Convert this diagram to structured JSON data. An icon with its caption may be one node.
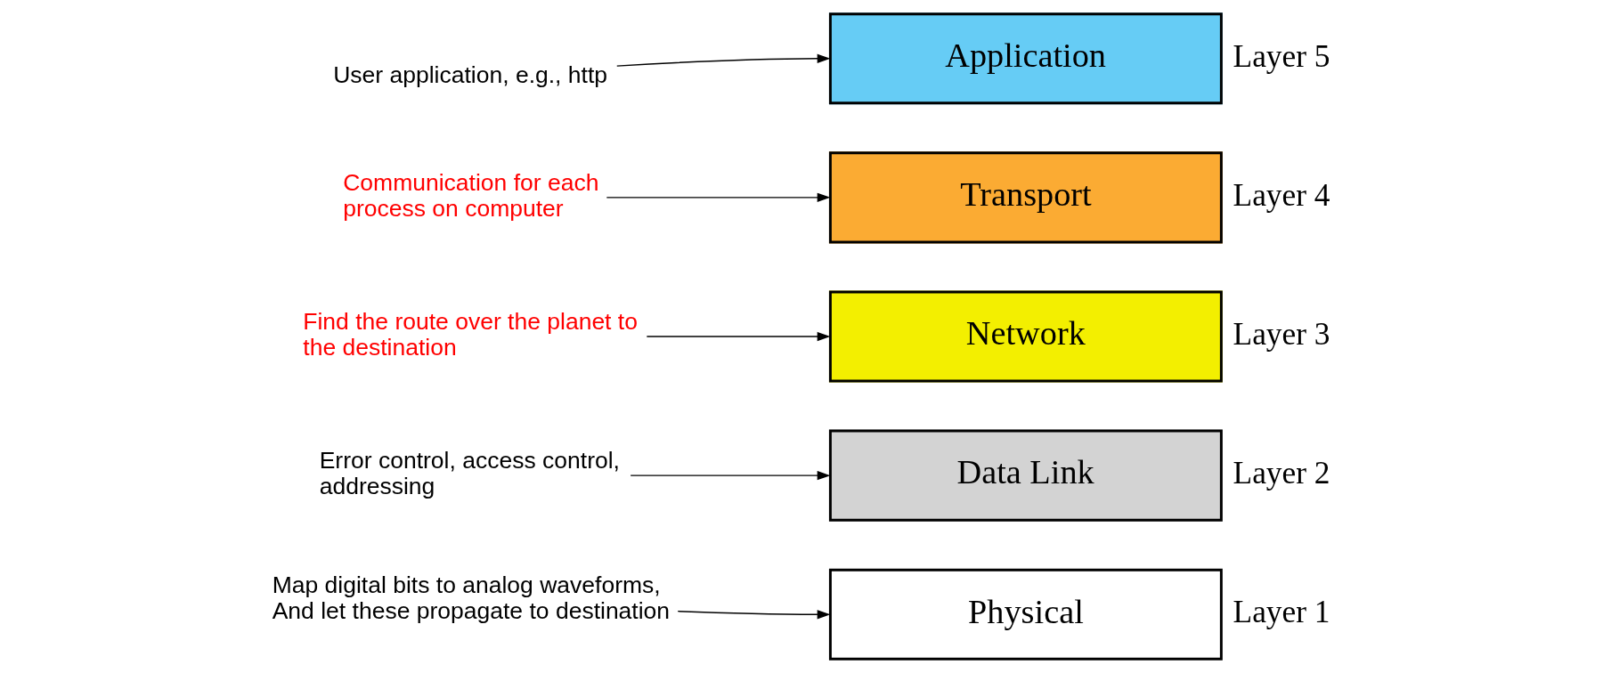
{
  "diagram": {
    "nodes": [
      {
        "text": [
          "User application, e.g., http"
        ]
      },
      {
        "text": [
          "Application"
        ],
        "beside": [
          "Layer 5"
        ]
      },
      {
        "text": [
          "Communication for each process on computer"
        ]
      },
      {
        "text": [
          "Transport"
        ],
        "beside": [
          "Layer 4"
        ]
      },
      {
        "text": [
          "Find the route over the planet to the destination"
        ]
      },
      {
        "text": [
          "Network"
        ],
        "beside": [
          "Layer 3"
        ]
      },
      {
        "text": [
          "Error control, access control, addressing"
        ]
      },
      {
        "text": [
          "Data Link"
        ],
        "beside": [
          "Layer 2"
        ]
      },
      {
        "text": [
          "Map digital bits to analog waveforms, And let these propagate to destination"
        ]
      },
      {
        "text": [
          "Physical"
        ],
        "beside": [
          "Layer 1"
        ]
      }
    ],
    "edges": [
      {
        "from": 0,
        "to": 1,
        "arrow": "to"
      },
      {
        "from": 2,
        "to": 3,
        "arrow": "to"
      },
      {
        "from": 4,
        "to": 5,
        "arrow": "to"
      },
      {
        "from": 6,
        "to": 7,
        "arrow": "to"
      },
      {
        "from": 8,
        "to": 9,
        "arrow": "to"
      }
    ]
  }
}
